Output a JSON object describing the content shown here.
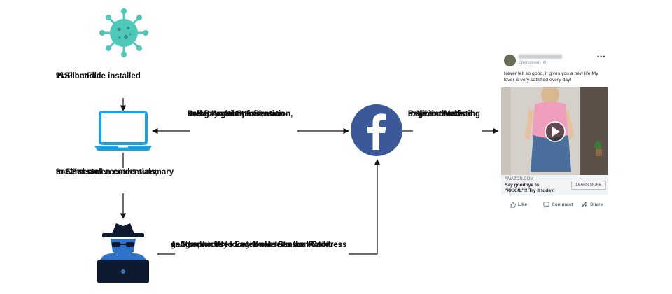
{
  "steps": {
    "step1": [
      "1. SilentFade installed",
      "via",
      "PUP bundle"
    ],
    "step2": [
      "2. Get Account Information,",
      "Previous Ad Spend,",
      "and Payment Information",
      "using Legitimate Session"
    ],
    "step3": [
      "3. Send stolen credentials,",
      "cookies and account summary",
      "to C2 server"
    ],
    "step4": [
      "4. Attacker Uses Legitimate Session Cookies",
      "and connects to Facebook from an IP address",
      "geographically located close to the victim"
    ],
    "step5": [
      "5. Victim's existing",
      "Page and",
      "Payment Method",
      "used to create",
      "malicious ad"
    ]
  },
  "ad": {
    "sponsored": "Sponsored · ⚙",
    "more": "•••",
    "caption": "Never felt so good, it gives you a new life!My lover is very satisfied every day!",
    "domain": "AMAZON.COM",
    "headline": "Say goodbye to \"XXXXL\"!!!Try it today!",
    "cta": "LEARN MORE",
    "like": "Like",
    "comment": "Comment",
    "share": "Share"
  },
  "colors": {
    "virus": "#4fc7b9",
    "laptop": "#1ba1e2",
    "facebook": "#3b5998",
    "hacker": "#0d1a30",
    "hacker_accent": "#2f73c9"
  },
  "icons": {
    "malware": "virus-icon",
    "victim_computer": "laptop-icon",
    "platform": "facebook-logo-icon",
    "attacker": "hacker-spy-icon"
  }
}
